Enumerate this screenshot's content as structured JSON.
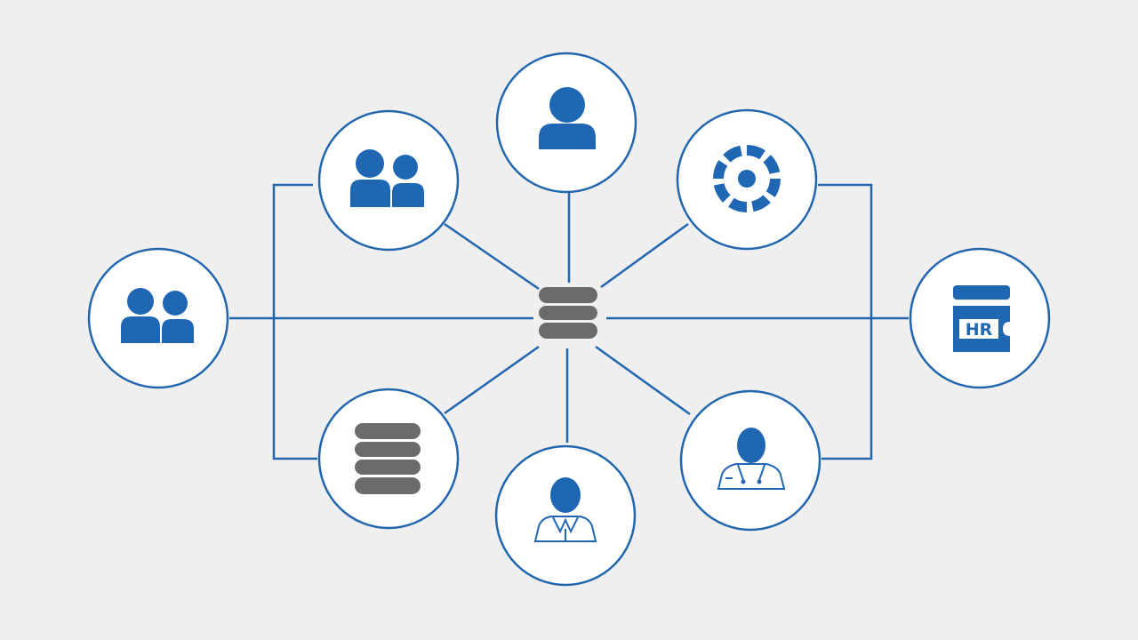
{
  "colors": {
    "background": "#efefef",
    "accent": "#1f66b3",
    "node_border": "#2166ae",
    "hub": "#6b6b6b",
    "node_fill": "#ffffff"
  },
  "hub": {
    "icon": "database-icon"
  },
  "nodes": [
    {
      "id": "team-left",
      "icon": "users-icon"
    },
    {
      "id": "team-top-left",
      "icon": "users-icon"
    },
    {
      "id": "user-top",
      "icon": "user-icon"
    },
    {
      "id": "settings-top-right",
      "icon": "target-gear-icon"
    },
    {
      "id": "hr-right",
      "icon": "hr-badge-icon",
      "label": "HR"
    },
    {
      "id": "doctor-bottom-right",
      "icon": "doctor-icon"
    },
    {
      "id": "employee-bottom",
      "icon": "employee-icon"
    },
    {
      "id": "database-bottom-left",
      "icon": "database-icon"
    }
  ]
}
